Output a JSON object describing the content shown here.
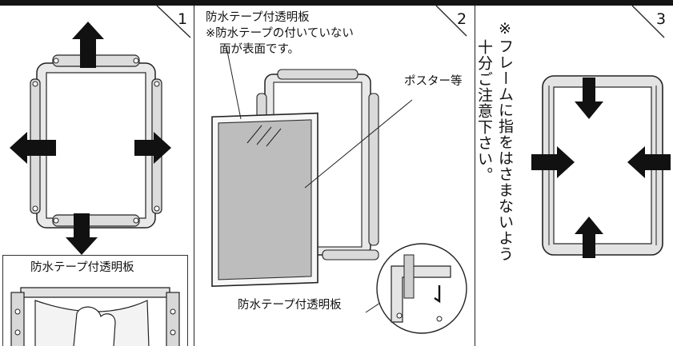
{
  "steps": [
    {
      "number": "1"
    },
    {
      "number": "2"
    },
    {
      "number": "3"
    }
  ],
  "panel1": {
    "inset_label": "防水テープ付透明板"
  },
  "panel2": {
    "label_top_line1": "防水テープ付透明板",
    "label_top_line2": "※防水テープの付いていない",
    "label_top_line3": "面が表面です。",
    "label_poster": "ポスター等",
    "label_bottom": "防水テープ付透明板"
  },
  "panel3": {
    "note_mark": "※",
    "note_line1": "フレームに指をはさまないよう",
    "note_line2": "十分ご注意下さい。"
  }
}
